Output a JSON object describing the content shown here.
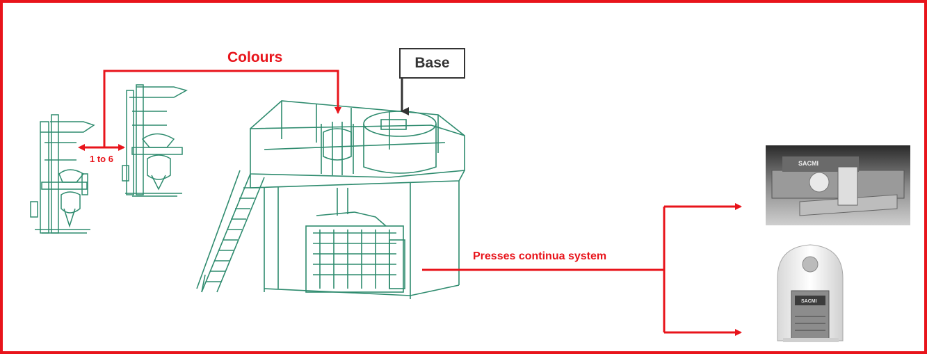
{
  "labels": {
    "colours": "Colours",
    "base": "Base",
    "one_to_six": "1 to 6",
    "presses": "Presses continua system"
  },
  "icons": [
    "feeder-machine-icon",
    "platform-silo-icon",
    "continua-press-icon",
    "single-press-icon"
  ],
  "colors": {
    "accent": "#e8141b",
    "machine_line": "#2e8b6e",
    "callout_border": "#333333"
  }
}
